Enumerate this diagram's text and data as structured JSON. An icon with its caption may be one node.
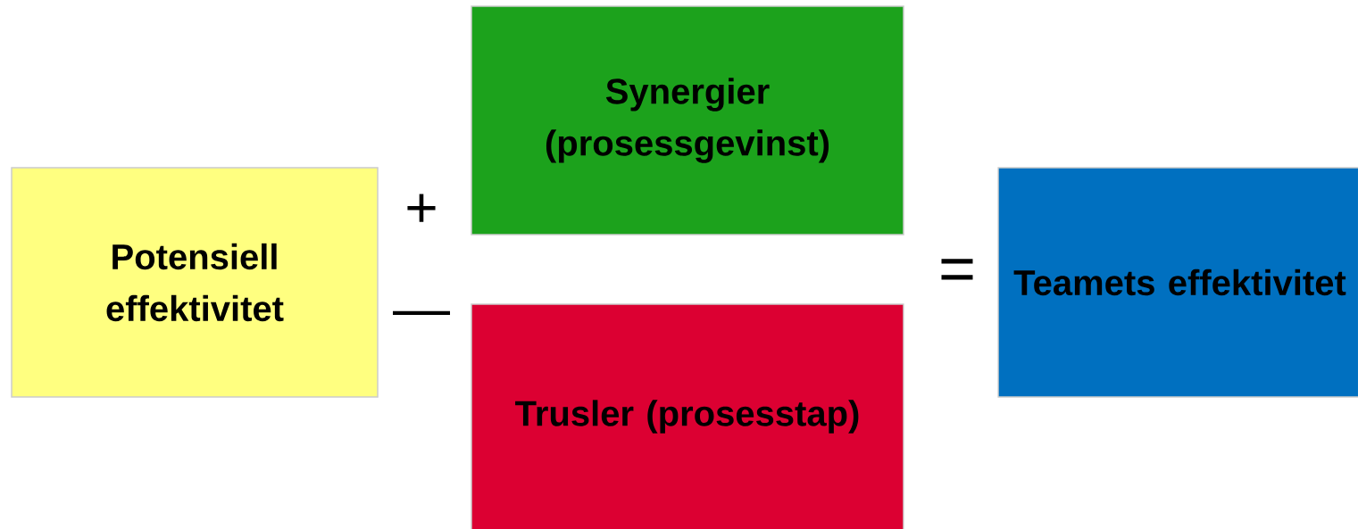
{
  "diagram": {
    "nodes": [
      {
        "text": [
          "Potensiell effektivitet"
        ]
      },
      {
        "text": [
          "Synergier (prosessgevinst)"
        ]
      },
      {
        "text": [
          "Trusler (prosesstap)"
        ]
      },
      {
        "text": [
          "Teamets effektivitet"
        ]
      }
    ],
    "labels": [
      "+",
      "—",
      "="
    ]
  }
}
